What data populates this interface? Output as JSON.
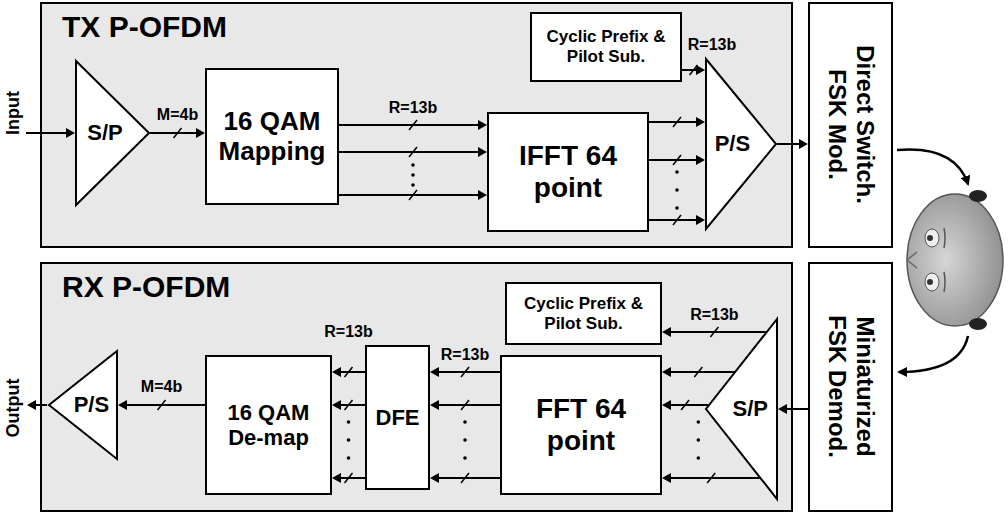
{
  "diagram": {
    "nodes": [
      {
        "text": [
          "TX P-OFDM"
        ]
      },
      {
        "text": [
          "S/P"
        ],
        "in": 0
      },
      {
        "text": [
          "16 QAM Mapping"
        ],
        "in": 0
      },
      {
        "text": [
          "Cyclic Prefix & Pilot Sub."
        ],
        "in": 0
      },
      {
        "text": [
          "IFFT 64 point"
        ],
        "in": 0
      },
      {
        "text": [
          "P/S"
        ],
        "in": 0
      },
      {
        "text": [
          "Direct Switch. FSK Mod."
        ]
      },
      {
        "text": [
          "RX P-OFDM"
        ]
      },
      {
        "text": [
          "Cyclic Prefix & Pilot Sub."
        ],
        "in": 7
      },
      {
        "text": [
          "S/P"
        ],
        "in": 7
      },
      {
        "text": [
          "FFT 64 point"
        ],
        "in": 7
      },
      {
        "text": [
          "DFE"
        ],
        "in": 7
      },
      {
        "text": [
          "16 QAM De-map"
        ],
        "in": 7
      },
      {
        "text": [
          "P/S"
        ],
        "in": 7
      },
      {
        "text": [
          "Miniaturized FSK Demod."
        ]
      }
    ],
    "edges": [
      {
        "from": 1,
        "to": 2,
        "arrow": "to",
        "label": "M=4b"
      },
      {
        "from": 2,
        "to": 4,
        "arrow": "to",
        "label": "R=13b"
      },
      {
        "from": 4,
        "to": 5,
        "arrow": "to"
      },
      {
        "from": 3,
        "to": 5,
        "arrow": "to",
        "label": "R=13b"
      },
      {
        "from": 5,
        "to": 6,
        "arrow": "to"
      },
      {
        "from": 14,
        "to": 9,
        "arrow": "to"
      },
      {
        "from": 9,
        "to": 8,
        "arrow": "to",
        "label": "R=13b"
      },
      {
        "from": 9,
        "to": 10,
        "arrow": "to"
      },
      {
        "from": 10,
        "to": 11,
        "arrow": "to",
        "label": "R=13b"
      },
      {
        "from": 11,
        "to": 12,
        "arrow": "to",
        "label": "R=13b"
      },
      {
        "from": 12,
        "to": 13,
        "arrow": "to",
        "label": "M=4b"
      }
    ],
    "labels": [
      "Input",
      "Output"
    ]
  }
}
